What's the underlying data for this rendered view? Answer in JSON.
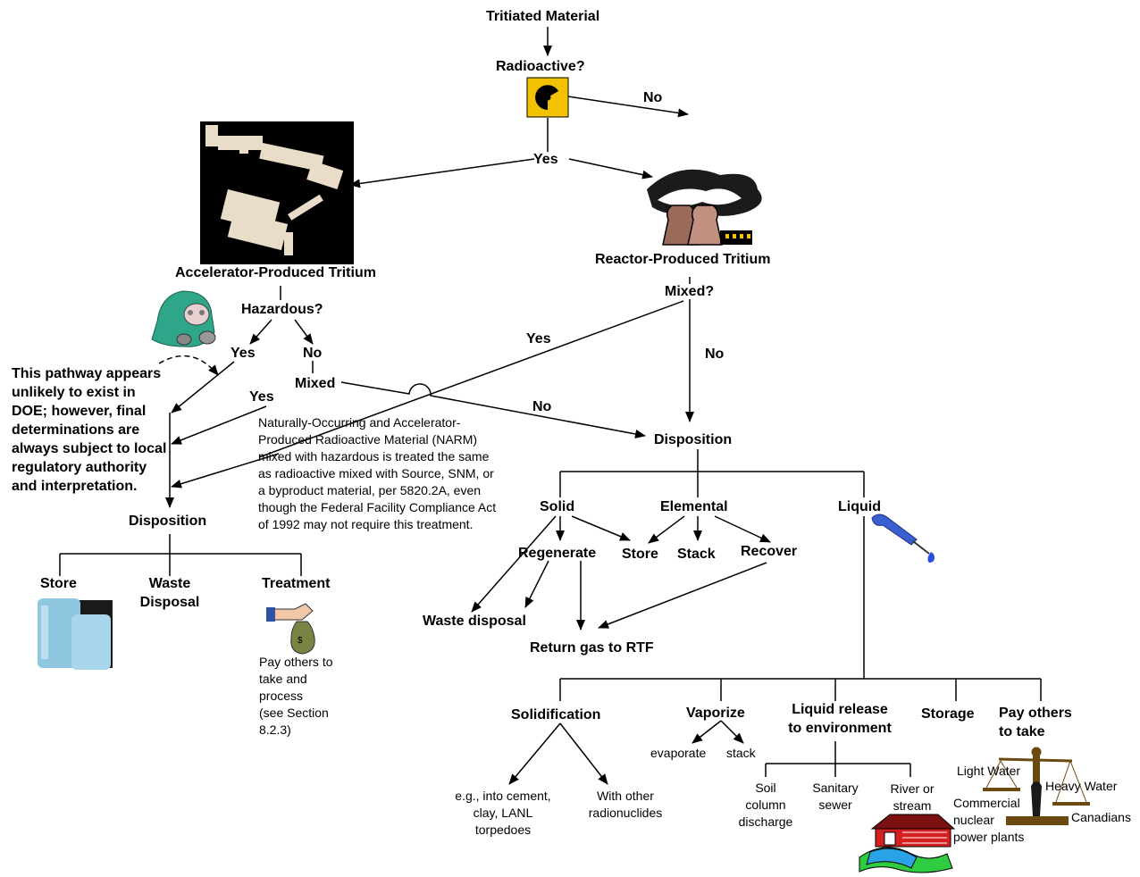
{
  "nodes": {
    "tritiated": "Tritiated Material",
    "radioactive": "Radioactive?",
    "no_top": "No",
    "yes_top": "Yes",
    "accelerator": "Accelerator-Produced Tritium",
    "reactor": "Reactor-Produced Tritium",
    "hazardous": "Hazardous?",
    "haz_yes": "Yes",
    "haz_no": "No",
    "mixed_left": "Mixed",
    "mixed_yes": "Yes",
    "mixed_q": "Mixed?",
    "mixed_q_yes": "Yes",
    "mixed_q_no": "No",
    "mixed_no": "No",
    "disposition_left": "Disposition",
    "disposition_right": "Disposition",
    "store_left": "Store",
    "waste_disposal_line1": "Waste",
    "waste_disposal_line2": "Disposal",
    "treatment": "Treatment",
    "solid": "Solid",
    "elemental": "Elemental",
    "liquid": "Liquid",
    "regenerate": "Regenerate",
    "store_mid": "Store",
    "stack": "Stack",
    "recover": "Recover",
    "waste_disposal_mid": "Waste disposal",
    "return_gas": "Return gas to RTF",
    "solidification": "Solidification",
    "vaporize": "Vaporize",
    "liquid_release_line1": "Liquid release",
    "liquid_release_line2": "to environment",
    "storage": "Storage",
    "pay_others_line1": "Pay others",
    "pay_others_line2": "to take",
    "evaporate": "evaporate",
    "stack_small": "stack",
    "cement_line1": "e.g., into cement,",
    "cement_line2": "clay, LANL",
    "cement_line3": "torpedoes",
    "other_line1": "With other",
    "other_line2": "radionuclides",
    "soil_line1": "Soil",
    "soil_line2": "column",
    "soil_line3": "discharge",
    "sanitary_line1": "Sanitary",
    "sanitary_line2": "sewer",
    "river_line1": "River or",
    "river_line2": "stream",
    "light_water": "Light Water",
    "heavy_water": "Heavy Water",
    "commercial_line1": "Commercial",
    "commercial_line2": "nuclear",
    "commercial_line3": "power plants",
    "canadians": "Canadians",
    "pay_process_line1": "Pay others to",
    "pay_process_line2": "take and",
    "pay_process_line3": "process",
    "pay_process_line4": "(see Section",
    "pay_process_line5": "8.2.3)"
  },
  "notes": {
    "pathway": "This pathway appears unlikely to exist in DOE; however, final determinations are always subject to local regulatory authority and interpretation.",
    "narm": "Naturally-Occurring and Accelerator-Produced Radioactive Material (NARM) mixed with hazardous is treated the same as radioactive mixed with Source, SNM, or a byproduct material, per 5820.2A, even though the Federal Facility Compliance Act of 1992 may not require this treatment."
  },
  "icons": {
    "radiation": "radiation-symbol-icon",
    "accelerator_image": "accelerator-facility-image",
    "reactor_image": "cooling-towers-icon",
    "hazmat": "hazmat-worker-icon",
    "barrels": "storage-barrels-icon",
    "money_bag": "money-bag-hand-icon",
    "dropper": "dropper-icon",
    "bridge": "covered-bridge-river-icon",
    "scale": "balance-scale-icon"
  },
  "colors": {
    "radiation_yellow": "#f2c200",
    "hazmat_green": "#2fa58a",
    "barrel_blue": "#8fc7e0",
    "dropper_blue": "#3a5fd0",
    "bridge_red": "#d42020",
    "scale_brown": "#6b4a12",
    "bag_olive": "#7b8445"
  }
}
